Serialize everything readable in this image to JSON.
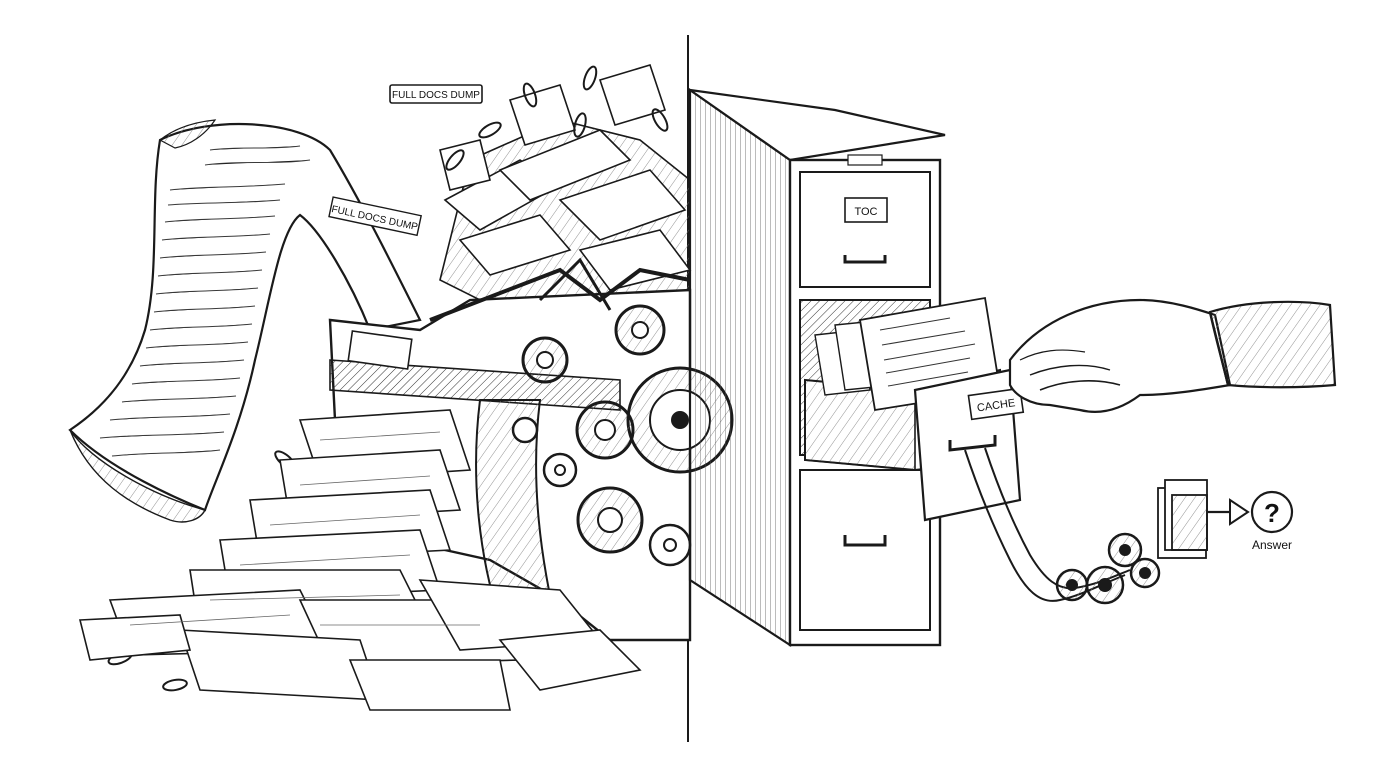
{
  "left_panel": {
    "sign_label": "FULL DOCS DUMP",
    "scroll_label": "FULL DOCS DUMP"
  },
  "right_panel": {
    "top_drawer_label": "TOC",
    "card_label": "CACHE",
    "answer_label": "Answer",
    "answer_symbol": "?"
  },
  "colors": {
    "ink": "#1a1a1a",
    "paper": "#ffffff",
    "shade": "#9a9a9a"
  }
}
